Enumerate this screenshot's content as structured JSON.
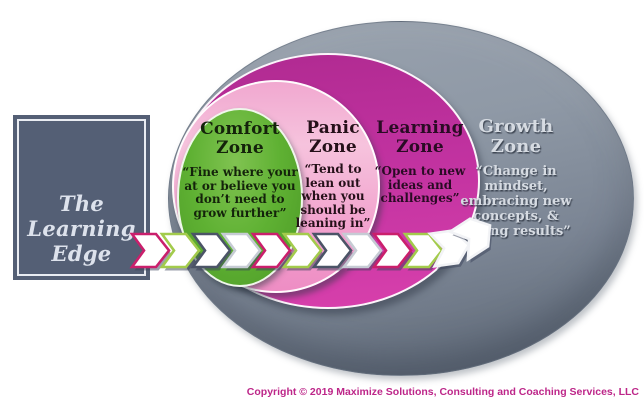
{
  "diagram_title": "The Learning Edge",
  "title_box": {
    "lines": [
      "The",
      "Learning",
      "Edge"
    ]
  },
  "zones": [
    {
      "id": "comfort",
      "title": "Comfort Zone",
      "quote": "“Fine where your at or believe you don’t need to grow further”"
    },
    {
      "id": "panic",
      "title": "Panic Zone",
      "quote": "“Tend to lean out when you should be leaning in”"
    },
    {
      "id": "learning",
      "title": "Learning Zone",
      "quote": "“Open to new ideas and challenges”"
    },
    {
      "id": "growth",
      "title": "Growth Zone",
      "quote": "“Change in mindset, embracing new concepts, & seeing results”"
    }
  ],
  "arrows": {
    "description": "progress-chevrons-left-to-right",
    "sequence": [
      "magenta",
      "green",
      "dark",
      "silver",
      "magenta",
      "green",
      "dark",
      "silver",
      "magenta",
      "green",
      "white",
      "white-tilted"
    ]
  },
  "copyright": "Copyright © 2019 Maximize Solutions, Consulting and Coaching Services, LLC",
  "colors": {
    "comfort_green": "#5fb133",
    "panic_pink": "#f6c3dd",
    "learning_magenta": "#c132a0",
    "growth_gray": "#8f99a6",
    "box_slate": "#545f75",
    "copyright_pink": "#bd2689",
    "arrow_magenta": "#ca1f6c",
    "arrow_green": "#a3cb4c",
    "arrow_dark": "#4b5467",
    "arrow_silver": "#c6cbd4",
    "arrow_white": "#ffffff",
    "arrow_shadow": "#39415a"
  }
}
